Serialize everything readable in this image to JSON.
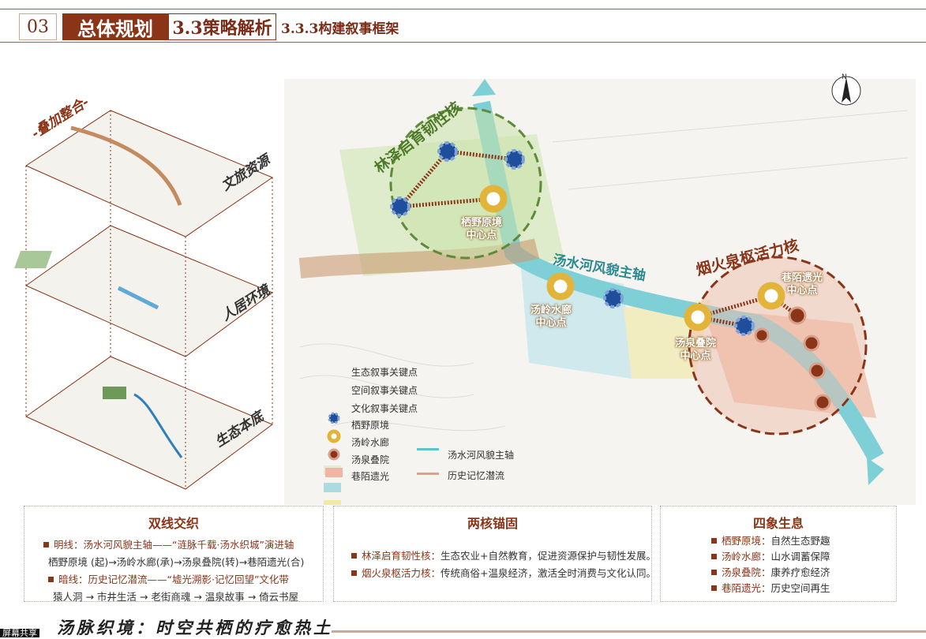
{
  "header": {
    "number": "03",
    "section": "总体规划",
    "subsection": "3.3策略解析",
    "subsubsection": "3.3.3构建叙事框架"
  },
  "layers": {
    "overlay_title": "-叠加整合-",
    "labels": [
      "文旅资源",
      "人居环境",
      "生态本底"
    ]
  },
  "map": {
    "north": "N",
    "core_green": "林泽启育韧性核",
    "core_red": "烟火泉枢活力核",
    "axis": "汤水河风貌主轴",
    "centers": [
      "栖野原境\n中心点",
      "汤岭水廊\n中心点",
      "汤泉叠院\n中心点",
      "巷陌遗光\n中心点"
    ],
    "legend": [
      {
        "label": "生态叙事关键点",
        "color": "#1f4f9a"
      },
      {
        "label": "空间叙事关键点",
        "color": "#e3b43a"
      },
      {
        "label": "文化叙事关键点",
        "color": "#8a3418"
      },
      {
        "label": "栖野原境",
        "color": "#e4ecd0"
      },
      {
        "label": "汤岭水廊",
        "color": "#a9dbe0"
      },
      {
        "label": "汤泉叠院",
        "color": "#f2eaa0"
      },
      {
        "label": "巷陌遗光",
        "color": "#f1b3a3"
      },
      {
        "label": "汤水河风貌主轴",
        "color": "#5fc3cc"
      },
      {
        "label": "历史记忆潜流",
        "color": "#d6a48c"
      }
    ]
  },
  "boxes": {
    "dual": {
      "title": "双线交织",
      "l1": "明线：汤水河风貌主轴——“涟脉千载·汤水织城”演进轴",
      "l2": "栖野原境 (起)→汤岭水廊(承)→汤泉叠院(转)→巷陌遗光(合)",
      "l3": "暗线：历史记忆潜流——“墟光溯影·记忆回望”文化带",
      "l4": "猿人洞 → 市井生活 → 老街商魂 → 温泉故事 → 倚云书屋"
    },
    "cores": {
      "title": "两核锚固",
      "items": [
        {
          "k": "林泽启育韧性核：",
          "v": "生态农业+自然教育，促进资源保护与韧性发展。"
        },
        {
          "k": "烟火泉枢活力核：",
          "v": "传统商俗+温泉经济，激活全时消费与文化认同。"
        }
      ]
    },
    "four": {
      "title": "四象生息",
      "items": [
        {
          "k": "栖野原境：",
          "v": "自然生态野趣"
        },
        {
          "k": "汤岭水廊：",
          "v": "山水调蓄保障"
        },
        {
          "k": "汤泉叠院：",
          "v": "康养疗愈经济"
        },
        {
          "k": "巷陌遗光：",
          "v": "历史空间再生"
        }
      ]
    }
  },
  "slogan": "汤脉织境：时空共栖的疗愈热土",
  "share_badge": "屏幕共享"
}
